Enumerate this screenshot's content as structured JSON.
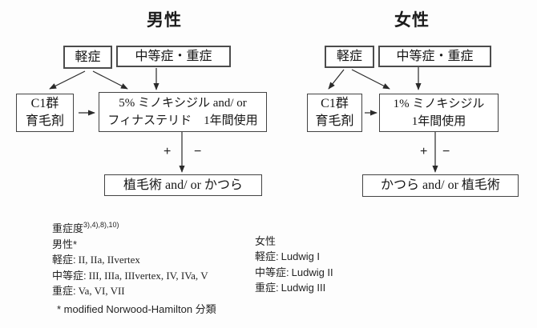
{
  "flowcharts": {
    "male": {
      "title": "男性",
      "mild": "軽症",
      "moderate_severe": "中等症・重症",
      "c1_line1": "C1群",
      "c1_line2": "育毛剤",
      "treatment_line1": "5% ミノキシジル and/ or",
      "treatment_line2": "フィナステリド　1年間使用",
      "plus": "+",
      "minus": "−",
      "outcome": "植毛術 and/ or かつら"
    },
    "female": {
      "title": "女性",
      "mild": "軽症",
      "moderate_severe": "中等症・重症",
      "c1_line1": "C1群",
      "c1_line2": "育毛剤",
      "treatment_line1": "1% ミノキシジル",
      "treatment_line2": "1年間使用",
      "plus": "+",
      "minus": "−",
      "outcome": "かつら and/ or 植毛術"
    }
  },
  "legend": {
    "severity_heading": "重症度",
    "severity_refs": "3),4),8),10)",
    "male_heading": "男性*",
    "male_rows": [
      {
        "label": "軽症:",
        "value": "II, IIa, IIvertex"
      },
      {
        "label": "中等症:",
        "value": "III, IIIa, IIIvertex, IV, IVa, V"
      },
      {
        "label": "重症:",
        "value": "Va, VI, VII"
      }
    ],
    "female_heading": "女性",
    "female_rows": [
      {
        "label": "軽症:",
        "value": "Ludwig I"
      },
      {
        "label": "中等症:",
        "value": "Ludwig II"
      },
      {
        "label": "重症:",
        "value": "Ludwig III"
      }
    ],
    "footnote": "* modified Norwood-Hamilton 分類"
  },
  "colors": {
    "box_border": "#434343",
    "arrow": "#2a2a2a",
    "text": "#1c1c1c",
    "background": "#fdfdfd"
  }
}
